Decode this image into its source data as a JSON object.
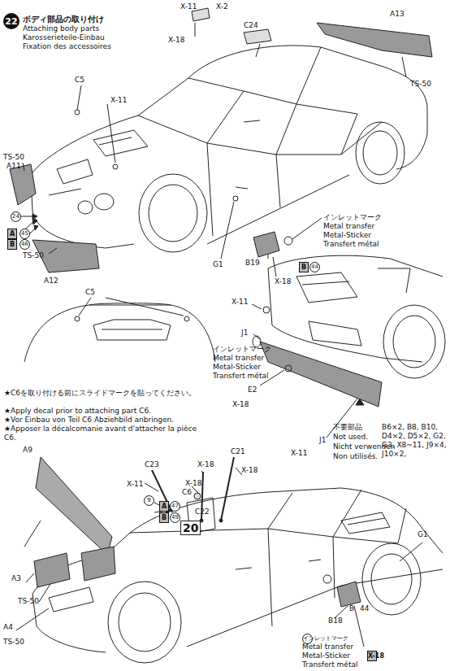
{
  "diagram": {
    "title": "ボディ部品の取り付け",
    "nodes": [
      {
        "text": [
          "22"
        ]
      }
    ],
    "labels": [
      "Attaching body parts",
      "Karosserieteile-Einbau",
      "Fixation des accessoires",
      "X-11",
      "X-2",
      "X-18",
      "C24",
      "A13",
      "TS-50",
      "C5",
      "X-11",
      "TS-50",
      "A11",
      "24",
      "A",
      "45",
      "B",
      "46",
      "A12",
      "TS-50",
      "G1",
      "B19",
      "X-18",
      "インレットマーク",
      "Metal transfer",
      "Metal-Sticker",
      "Transfert métal",
      "B",
      "44",
      "C5",
      "X-11",
      "J1",
      "インレットマーク",
      "Metal transfer",
      "Metal-Sticker",
      "Transfert métal",
      "E2",
      "X-18",
      "J1",
      "X-11",
      "★C6を取り付ける前にスライドマークを貼ってください。",
      "★Apply decal prior to attaching part C6.",
      "★Vor Einbau von Teil C6 Abziehbild anbringen.",
      "★Apposer la décalcomanie avant d'attacher la pièce C6.",
      "C23",
      "X-11",
      "9",
      "A",
      "47",
      "B",
      "49",
      "X-18",
      "C6",
      "X-18",
      "C22",
      "C21",
      "X-18",
      "A9",
      "A3",
      "TS-50",
      "A4",
      "TS-50",
      "不要部品",
      "Not used.",
      "Nicht verwenden",
      "Non utilisés.",
      "B6×2, B8, B10, D4×2, D5×2, G2, G3, X8~11, J9×4, J10×2,",
      "G1",
      "B18",
      "B",
      "44",
      "X-18",
      "インレットマーク",
      "Metal transfer",
      "Metal-Sticker",
      "Transfert métal",
      "20"
    ]
  }
}
